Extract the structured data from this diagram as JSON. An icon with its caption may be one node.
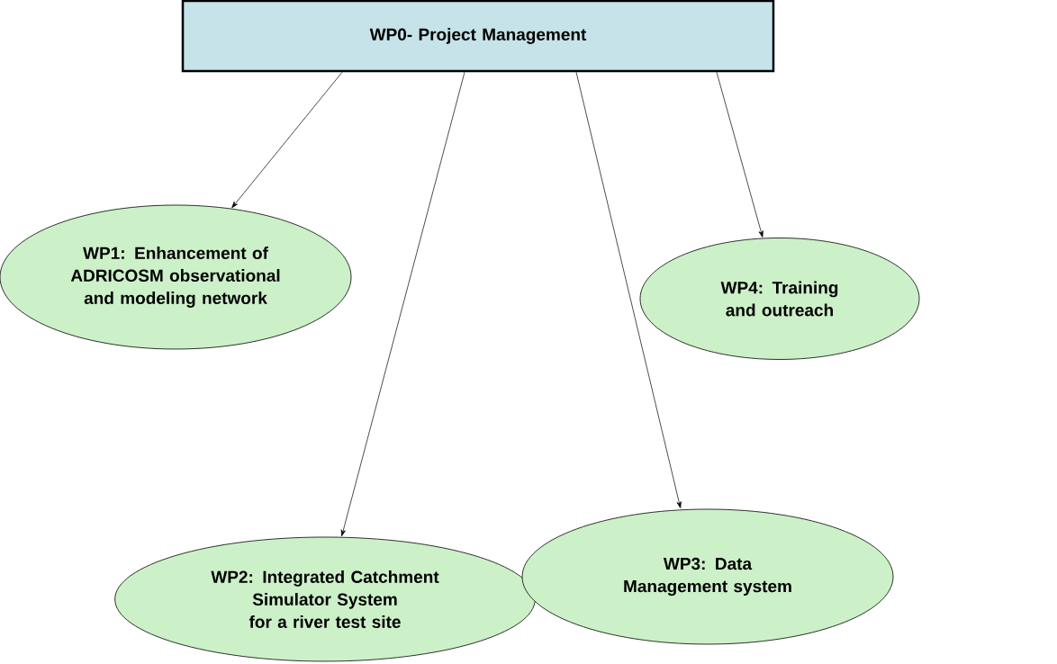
{
  "diagram": {
    "nodes": [
      {
        "text": [
          "WP0- Project Management"
        ]
      },
      {
        "text": [
          "WP1: Enhancement of ADRICOSM observational and modeling network"
        ]
      },
      {
        "text": [
          "WP2: Integrated Catchment Simulator System for a river test site"
        ]
      },
      {
        "text": [
          "WP3: Data Management system"
        ]
      },
      {
        "text": [
          "WP4: Training and outreach"
        ]
      }
    ],
    "edges": [
      {
        "from": 0,
        "to": 1,
        "arrow": "to"
      },
      {
        "from": 0,
        "to": 2,
        "arrow": "to"
      },
      {
        "from": 0,
        "to": 3,
        "arrow": "to"
      },
      {
        "from": 0,
        "to": 4,
        "arrow": "to"
      }
    ]
  }
}
